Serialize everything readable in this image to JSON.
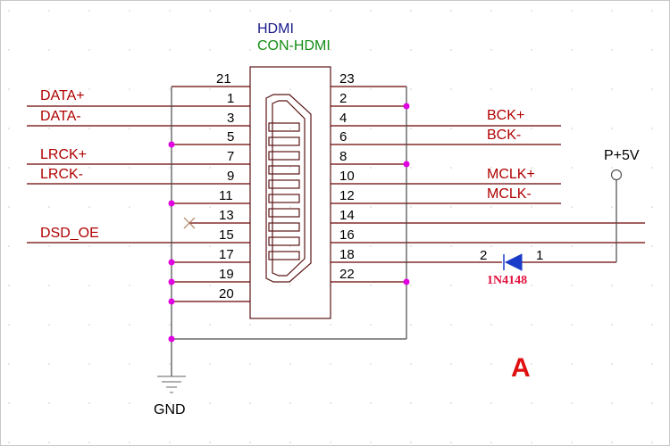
{
  "connector": {
    "ref": "HDMI",
    "value": "CON-HDMI",
    "colors": {
      "ref": "#1a1a8c",
      "value": "#148c14"
    }
  },
  "pins_left": [
    "21",
    "1",
    "3",
    "5",
    "7",
    "9",
    "11",
    "13",
    "15",
    "17",
    "19",
    "20"
  ],
  "pins_right": [
    "23",
    "2",
    "4",
    "6",
    "8",
    "10",
    "12",
    "14",
    "16",
    "18",
    "22"
  ],
  "nets_left": [
    "DATA+",
    "DATA-",
    "LRCK+",
    "LRCK-",
    "DSD_OE"
  ],
  "nets_right": [
    "BCK+",
    "BCK-",
    "MCLK+",
    "MCLK-"
  ],
  "power": {
    "label": "P+5V"
  },
  "ground": {
    "label": "GND"
  },
  "diode": {
    "value": "1N4148",
    "pin_left": "2",
    "pin_right": "1",
    "color": "#1a3cc8"
  },
  "sheet_mark": "A",
  "colors": {
    "net_label": "#b00000",
    "junction": "#e000e0",
    "wire": "#6b0000"
  }
}
